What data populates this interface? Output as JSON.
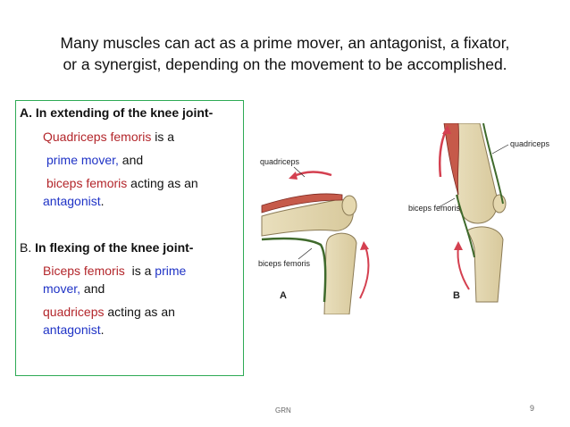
{
  "slide": {
    "title_line1": "Many  muscles can act as a prime mover, an antagonist, a fixator,",
    "title_line2": "or a synergist, depending on the movement to be accomplished.",
    "footer": "GRN",
    "page_number": "9"
  },
  "section_a": {
    "heading": "A. In extending  of the knee joint-",
    "line1_red": "Quadriceps femoris",
    "line1_rest": " is a",
    "line2_blue": "prime mover,",
    "line2_rest": " and",
    "line3_red": "biceps femoris",
    "line3_rest": " acting as an",
    "line4_blue": "antagonist",
    "line4_rest": "."
  },
  "section_b": {
    "letter": "B.",
    "heading": " In flexing  of the knee joint-",
    "line1_red": "Biceps femoris",
    "line1_mid": "  is a ",
    "line1_blue": "prime",
    "line2_blue": "mover,",
    "line2_rest": " and",
    "line3_red": "quadriceps",
    "line3_rest": " acting as an",
    "line4_blue": "antagonist",
    "line4_rest": "."
  },
  "figure": {
    "a_quadriceps_label": "quadriceps",
    "a_biceps_label": "biceps femoris",
    "a_letter": "A",
    "b_quadriceps_label": "quadriceps",
    "b_biceps_label": "biceps femoris",
    "b_letter": "B"
  }
}
